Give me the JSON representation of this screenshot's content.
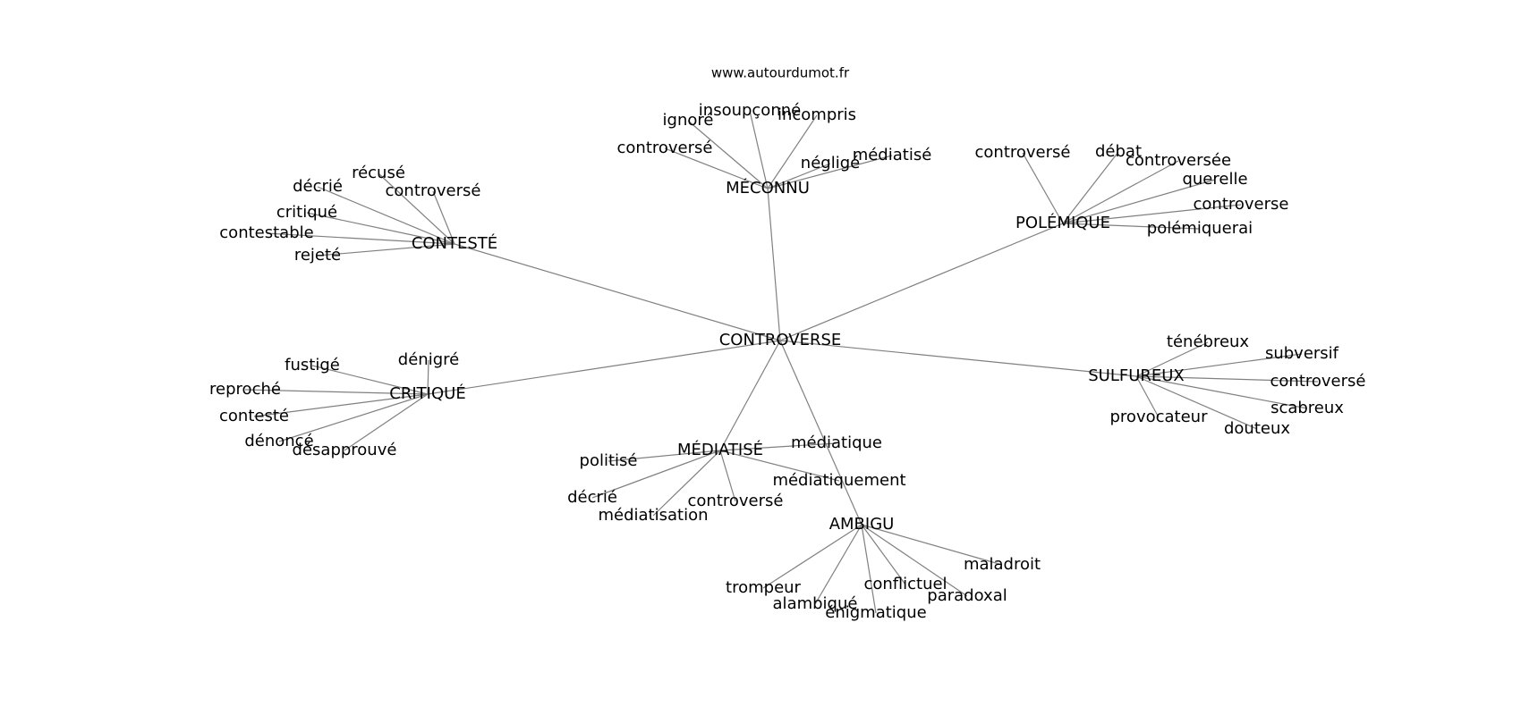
{
  "credit": "www.autourdumot.fr",
  "edge_color": "#808080",
  "center": "CONTROVERSE",
  "clusters": [
    {
      "word": "MÉCONNU",
      "leaves": [
        "ignoré",
        "insoupçonné",
        "incompris",
        "controversé",
        "négligé",
        "médiatisé"
      ]
    },
    {
      "word": "CONTESTÉ",
      "leaves": [
        "décrié",
        "récusé",
        "controversé",
        "critiqué",
        "contestable",
        "rejeté"
      ]
    },
    {
      "word": "POLÉMIQUE",
      "leaves": [
        "controversé",
        "débat",
        "controversée",
        "querelle",
        "controverse",
        "polémiquerai"
      ]
    },
    {
      "word": "CRITIQUÉ",
      "leaves": [
        "fustigé",
        "dénigré",
        "reproché",
        "contesté",
        "dénoncé",
        "désapprouvé"
      ]
    },
    {
      "word": "SULFUREUX",
      "leaves": [
        "ténébreux",
        "subversif",
        "controversé",
        "scabreux",
        "provocateur",
        "douteux"
      ]
    },
    {
      "word": "MÉDIATISÉ",
      "leaves": [
        "médiatique",
        "politisé",
        "médiatiquement",
        "décrié",
        "controversé",
        "médiatisation"
      ]
    },
    {
      "word": "AMBIGU",
      "leaves": [
        "maladroit",
        "trompeur",
        "conflictuel",
        "paradoxal",
        "alambiqué",
        "énigmatique"
      ]
    }
  ]
}
